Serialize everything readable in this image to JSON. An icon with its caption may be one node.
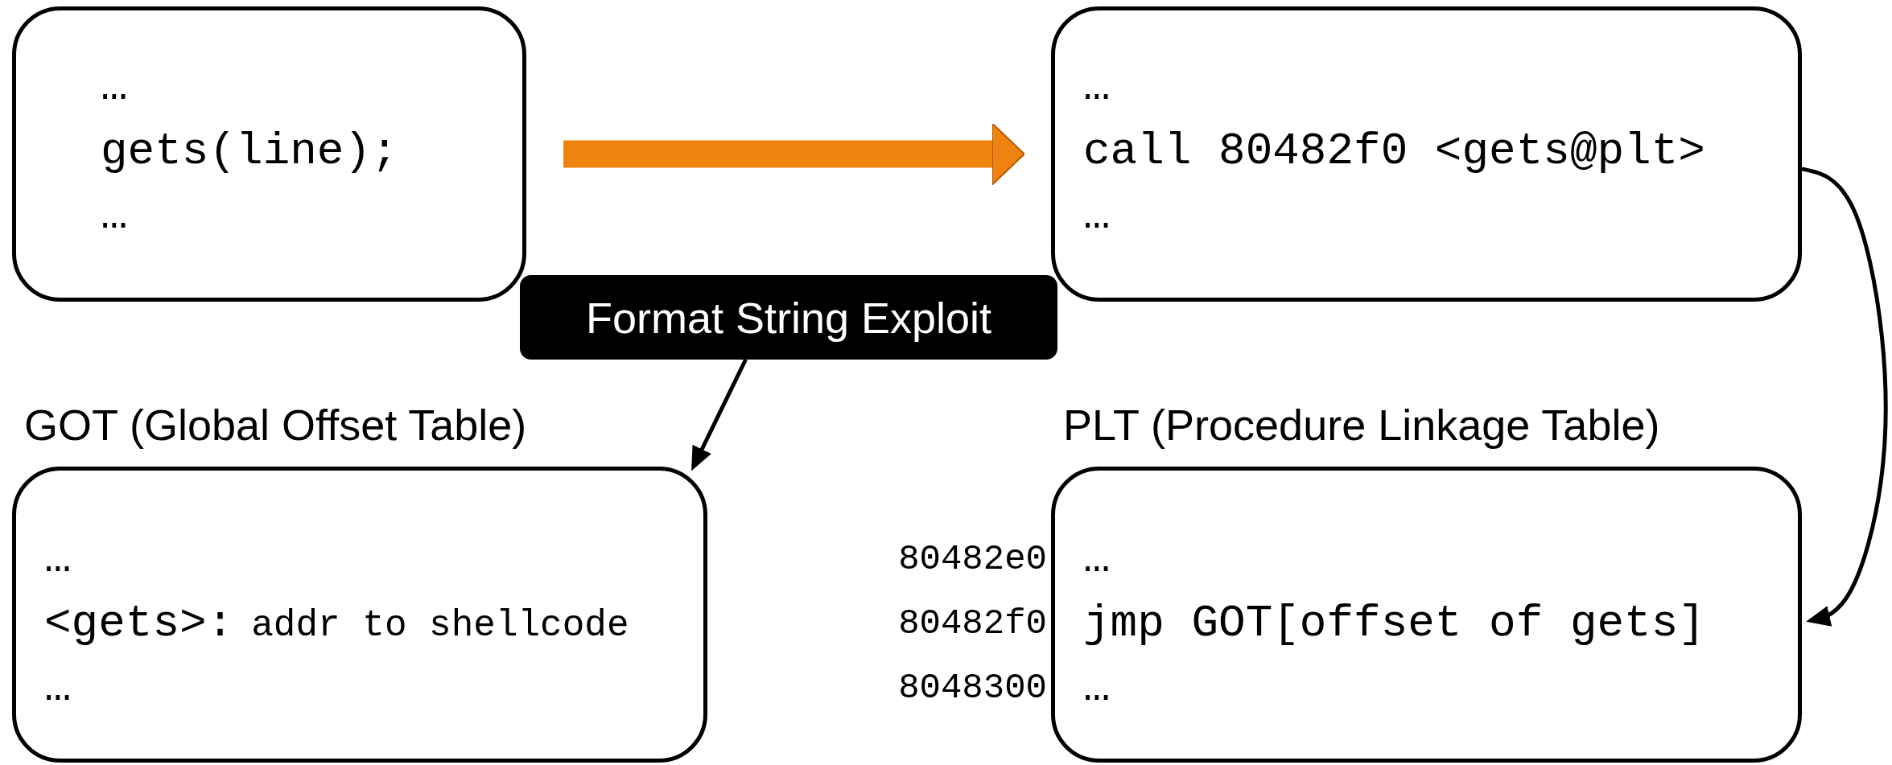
{
  "diagram": {
    "nodes": [
      {
        "text": [
          "…",
          "gets(line);",
          "…"
        ]
      },
      {
        "text": [
          "…",
          "call 80482f0 <gets@plt>",
          "…"
        ]
      },
      {
        "text": [
          "Format String Exploit"
        ]
      },
      {
        "text": [
          "GOT (Global Offset Table)",
          "…",
          "<gets>:",
          "addr to shellcode",
          "…"
        ]
      },
      {
        "text": [
          "PLT (Procedure Linkage Table)",
          "…",
          "jmp GOT[offset of gets]",
          "…"
        ],
        "beside": [
          "80482e0",
          "80482f0",
          "8048300"
        ]
      }
    ],
    "edges": [
      {
        "from": 0,
        "to": 1,
        "arrow": "to",
        "style": "thick",
        "color": "#f0820f"
      },
      {
        "from": 1,
        "to": 4,
        "arrow": "to"
      },
      {
        "from": 2,
        "to": 3,
        "arrow": "to"
      }
    ]
  }
}
